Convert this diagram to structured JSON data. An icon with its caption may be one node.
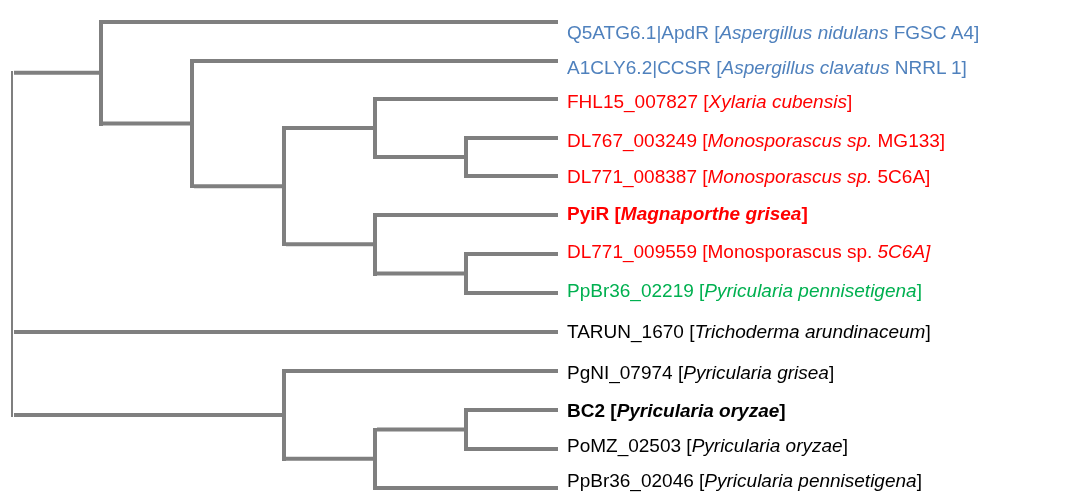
{
  "diagram": {
    "nodes": [
      {
        "text": [
          "Q5ATG6.1|ApdR [*Aspergillus nidulans* FGSC A4]"
        ]
      },
      {
        "text": [
          "A1CLY6.2|CCSR [*Aspergillus clavatus* NRRL 1]"
        ]
      },
      {
        "text": [
          "FHL15_007827 [*Xylaria cubensis*]"
        ]
      },
      {
        "text": [
          "DL767_003249 [*Monosporascus sp.* MG133]"
        ]
      },
      {
        "text": [
          "DL771_008387 [*Monosporascus sp.* 5C6A]"
        ]
      },
      {
        "text": [
          "PyiR [*Magnaporthe grisea*]"
        ]
      },
      {
        "text": [
          "DL771_009559 [Monosporascus sp. *5C6A]*"
        ]
      },
      {
        "text": [
          "PpBr36_02219 [*Pyricularia pennisetigena*]"
        ]
      },
      {
        "text": [
          "TARUN_1670 [*Trichoderma arundinaceum*]"
        ]
      },
      {
        "text": [
          "PgNI_07974 [*Pyricularia grisea*]"
        ]
      },
      {
        "text": [
          "BC2 [*Pyricularia oryzae*]"
        ]
      },
      {
        "text": [
          "PoMZ_02503 [*Pyricularia oryzae*]"
        ]
      },
      {
        "text": [
          "PpBr36_02046 [*Pyricularia pennisetigena*]"
        ]
      },
      {
        "text": [],
        "shape": "bar"
      },
      {
        "text": [],
        "shape": "bar"
      },
      {
        "text": [],
        "shape": "bar"
      },
      {
        "text": [],
        "shape": "bar"
      },
      {
        "text": [],
        "shape": "bar"
      },
      {
        "text": [],
        "shape": "bar"
      },
      {
        "text": [],
        "shape": "bar"
      },
      {
        "text": [],
        "shape": "bar"
      },
      {
        "text": [],
        "shape": "bar"
      },
      {
        "text": [],
        "shape": "bar"
      },
      {
        "text": [],
        "shape": "bar"
      }
    ],
    "edges": [
      {
        "from": 13,
        "to": 14,
        "arrow": "none"
      },
      {
        "from": 13,
        "to": 8,
        "arrow": "none"
      },
      {
        "from": 13,
        "to": 21,
        "arrow": "none"
      },
      {
        "from": 14,
        "to": 0,
        "arrow": "none"
      },
      {
        "from": 14,
        "to": 15,
        "arrow": "none"
      },
      {
        "from": 15,
        "to": 1,
        "arrow": "none"
      },
      {
        "from": 15,
        "to": 16,
        "arrow": "none"
      },
      {
        "from": 16,
        "to": 17,
        "arrow": "none"
      },
      {
        "from": 16,
        "to": 19,
        "arrow": "none"
      },
      {
        "from": 17,
        "to": 2,
        "arrow": "none"
      },
      {
        "from": 17,
        "to": 18,
        "arrow": "none"
      },
      {
        "from": 18,
        "to": 3,
        "arrow": "none"
      },
      {
        "from": 18,
        "to": 4,
        "arrow": "none"
      },
      {
        "from": 19,
        "to": 5,
        "arrow": "none"
      },
      {
        "from": 19,
        "to": 20,
        "arrow": "none"
      },
      {
        "from": 20,
        "to": 6,
        "arrow": "none"
      },
      {
        "from": 20,
        "to": 7,
        "arrow": "none"
      },
      {
        "from": 21,
        "to": 9,
        "arrow": "none"
      },
      {
        "from": 21,
        "to": 22,
        "arrow": "none"
      },
      {
        "from": 22,
        "to": 23,
        "arrow": "none"
      },
      {
        "from": 22,
        "to": 12,
        "arrow": "none"
      },
      {
        "from": 23,
        "to": 10,
        "arrow": "none"
      },
      {
        "from": 23,
        "to": 11,
        "arrow": "none"
      }
    ]
  }
}
